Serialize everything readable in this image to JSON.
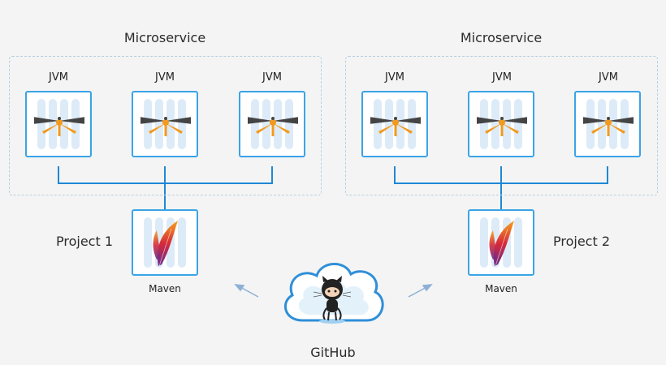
{
  "groups": [
    {
      "title": "Microservice",
      "jvms": [
        "JVM",
        "JVM",
        "JVM"
      ]
    },
    {
      "title": "Microservice",
      "jvms": [
        "JVM",
        "JVM",
        "JVM"
      ]
    }
  ],
  "projects": [
    {
      "label": "Project 1",
      "tool": "Maven"
    },
    {
      "label": "Project 2",
      "tool": "Maven"
    }
  ],
  "source": {
    "label": "GitHub"
  },
  "icons": {
    "jvm_tile": "duke-spinner-icon",
    "maven_tile": "apache-feather-icon",
    "source": "github-octocat-cloud-icon"
  },
  "colors": {
    "connector": "#1e88d6",
    "tile_border": "#3aa4e6",
    "stripe": "#dcebf7",
    "dashed_border": "#b9cfe0",
    "arrow": "#8fb0d6"
  }
}
